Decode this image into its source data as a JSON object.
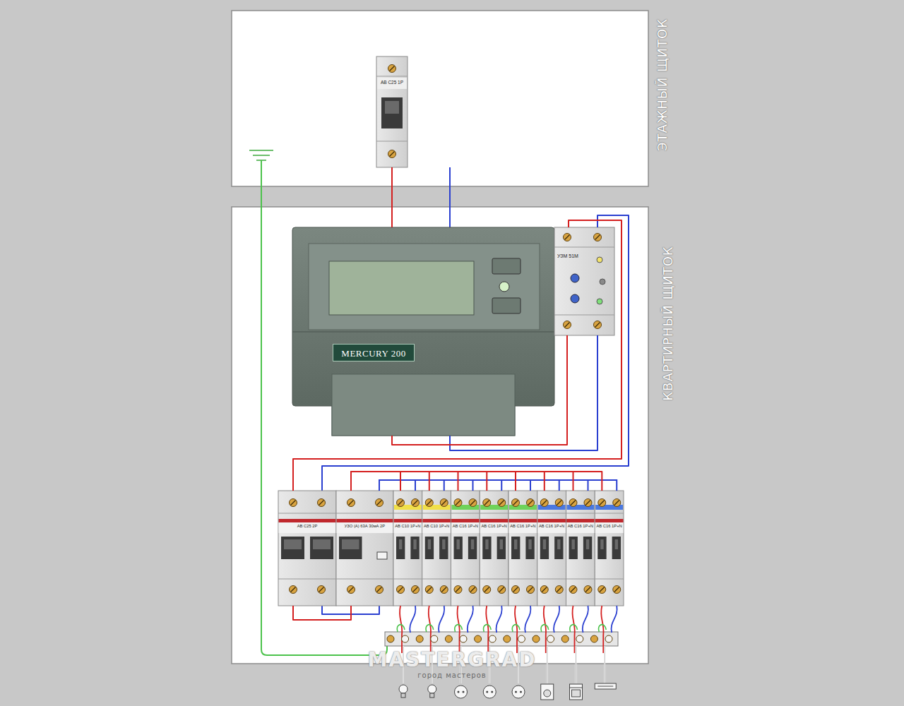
{
  "diagram": {
    "nodes": [
      {
        "text": [
          "ЭТАЖНЫЙ ЩИТОК"
        ]
      },
      {
        "text": [
          "АВ С25 1Р"
        ],
        "in": 0
      },
      {
        "text": [
          "КВАРТИРНЫЙ ЩИТОК"
        ]
      },
      {
        "text": [
          "MERCURY 200"
        ],
        "in": 2
      },
      {
        "text": [
          "УЗМ 51М"
        ],
        "in": 2
      },
      {
        "text": [
          "АВ С25 2Р"
        ],
        "in": 2
      },
      {
        "text": [
          "УЗО (А) 63А 30мА 2Р"
        ],
        "in": 2
      },
      {
        "text": [
          "АВ С10 1Р+N"
        ],
        "in": 2
      },
      {
        "text": [
          "АВ С10 1Р+N"
        ],
        "in": 2
      },
      {
        "text": [
          "АВ С16 1Р+N"
        ],
        "in": 2
      },
      {
        "text": [
          "АВ С16 1Р+N"
        ],
        "in": 2
      },
      {
        "text": [
          "АВ С16 1Р+N"
        ],
        "in": 2
      },
      {
        "text": [
          "АВ С16 1Р+N"
        ],
        "in": 2
      },
      {
        "text": [
          "АВ С16 1Р+N"
        ],
        "in": 2
      },
      {
        "text": [
          "АВ С16 1Р+N"
        ],
        "in": 2
      }
    ],
    "edges": [
      {
        "from": 1,
        "to": 3,
        "arrow": "none"
      },
      {
        "from": 3,
        "to": 4,
        "arrow": "none"
      },
      {
        "from": 4,
        "to": 5,
        "arrow": "none"
      },
      {
        "from": 5,
        "to": 6,
        "arrow": "none"
      },
      {
        "from": 6,
        "to": 7,
        "arrow": "none"
      },
      {
        "from": 6,
        "to": 8,
        "arrow": "none"
      },
      {
        "from": 6,
        "to": 9,
        "arrow": "none"
      },
      {
        "from": 6,
        "to": 10,
        "arrow": "none"
      },
      {
        "from": 6,
        "to": 11,
        "arrow": "none"
      },
      {
        "from": 6,
        "to": 12,
        "arrow": "none"
      },
      {
        "from": 6,
        "to": 13,
        "arrow": "none"
      },
      {
        "from": 6,
        "to": 14,
        "arrow": "none"
      }
    ],
    "labels": [
      "MASTERGRAD",
      "город мастеров"
    ]
  }
}
